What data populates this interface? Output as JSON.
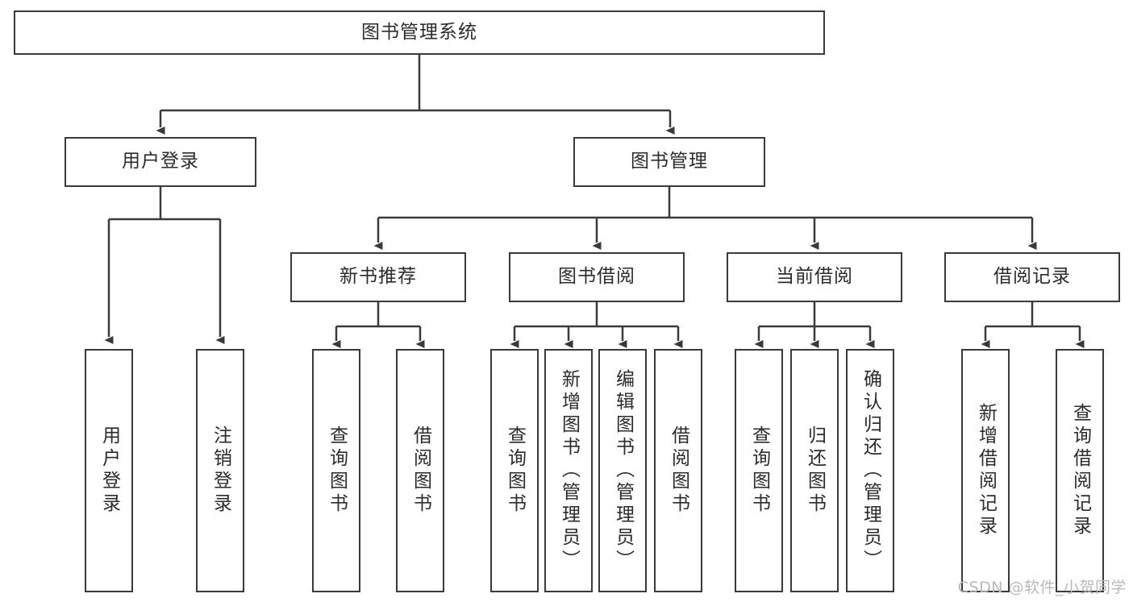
{
  "diagram": {
    "title": "图书管理系统",
    "type": "tree-hierarchy-diagram",
    "root": {
      "id": "root",
      "label": "图书管理系统"
    },
    "level2": [
      {
        "id": "user-login",
        "label": "用户登录"
      },
      {
        "id": "book-admin",
        "label": "图书管理"
      }
    ],
    "level3": [
      {
        "id": "new-book-recommend",
        "label": "新书推荐"
      },
      {
        "id": "book-borrow",
        "label": "图书借阅"
      },
      {
        "id": "current-borrow",
        "label": "当前借阅"
      },
      {
        "id": "borrow-record",
        "label": "借阅记录"
      }
    ],
    "leaves": [
      {
        "id": "leaf-user-login",
        "label": "用户登录"
      },
      {
        "id": "leaf-logout-login",
        "label": "注销登录"
      },
      {
        "id": "leaf-query-book-1",
        "label": "查询图书"
      },
      {
        "id": "leaf-borrow-book-1",
        "label": "借阅图书"
      },
      {
        "id": "leaf-query-book-2",
        "label": "查询图书"
      },
      {
        "id": "leaf-add-book",
        "label": "新增图书（管理员）"
      },
      {
        "id": "leaf-edit-book",
        "label": "编辑图书（管理员）"
      },
      {
        "id": "leaf-borrow-book-2",
        "label": "借阅图书"
      },
      {
        "id": "leaf-query-book-3",
        "label": "查询图书"
      },
      {
        "id": "leaf-return-book",
        "label": "归还图书"
      },
      {
        "id": "leaf-confirm-return",
        "label": "确认归还（管理员）"
      },
      {
        "id": "leaf-add-record",
        "label": "新增借阅记录"
      },
      {
        "id": "leaf-query-record",
        "label": "查询借阅记录"
      }
    ]
  },
  "watermark": {
    "text": "CSDN @软件_小贺同学"
  },
  "colors": {
    "stroke": "#3a3a3a",
    "text": "#2b2b2b",
    "background": "#ffffff",
    "watermark": "#b9b9b9"
  }
}
